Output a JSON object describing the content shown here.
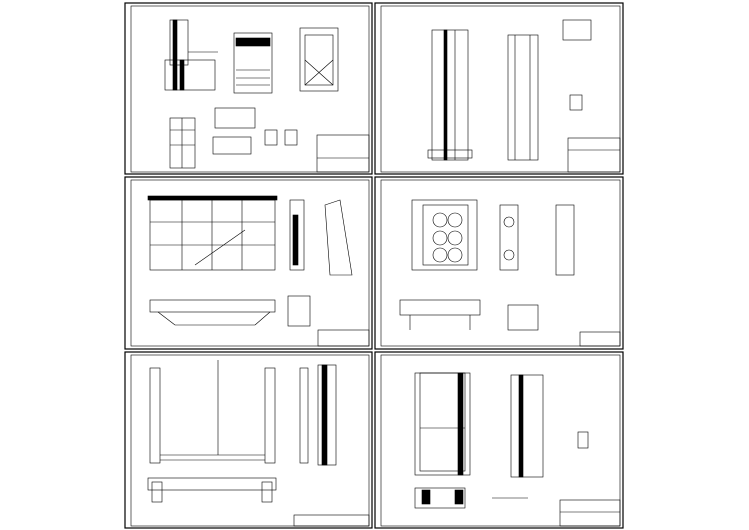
{
  "drawing_set": {
    "sheet_count": 6,
    "line_color": "#000000",
    "background_color": "#ffffff",
    "sheets": [
      {
        "id": "sheet-1",
        "content": "gate-hoist-elevation-sections"
      },
      {
        "id": "sheet-2",
        "content": "gate-slot-tall-elevation"
      },
      {
        "id": "sheet-3",
        "content": "gate-leaf-elevation-section"
      },
      {
        "id": "sheet-4",
        "content": "gate-leaf-front-view-section"
      },
      {
        "id": "sheet-5",
        "content": "embedded-frame-elevation"
      },
      {
        "id": "sheet-6",
        "content": "gate-guide-elevation-details"
      }
    ]
  }
}
